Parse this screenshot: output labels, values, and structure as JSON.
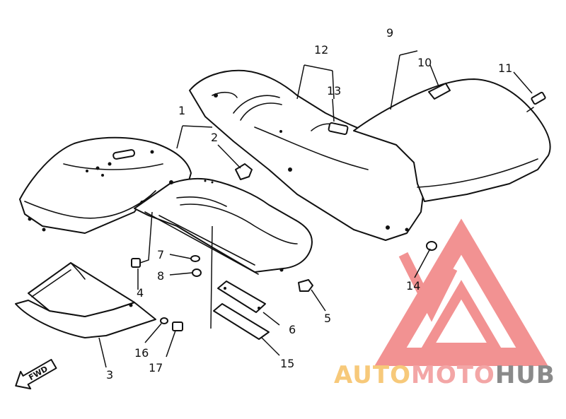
{
  "callouts": [
    {
      "label": "1"
    },
    {
      "label": "2"
    },
    {
      "label": "3"
    },
    {
      "label": "4"
    },
    {
      "label": "5"
    },
    {
      "label": "6"
    },
    {
      "label": "7"
    },
    {
      "label": "8"
    },
    {
      "label": "9"
    },
    {
      "label": "10"
    },
    {
      "label": "11"
    },
    {
      "label": "12"
    },
    {
      "label": "13"
    },
    {
      "label": "14"
    },
    {
      "label": "15"
    },
    {
      "label": "16"
    },
    {
      "label": "17"
    }
  ],
  "fwd_arrow": {
    "label": "FWD"
  },
  "watermark": {
    "parts": [
      "AUTO",
      "MOTO",
      "HUB"
    ],
    "colors": {
      "auto": "#f7c97a",
      "moto": "#f3a6a6",
      "hub": "#8a8a8a",
      "logo": "#f08080"
    }
  }
}
